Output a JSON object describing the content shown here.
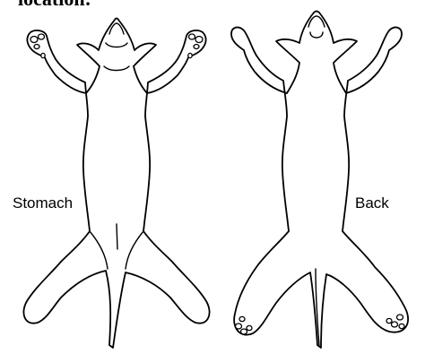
{
  "heading": {
    "visible_text": "location:"
  },
  "diagram": {
    "views": [
      {
        "label": "Stomach"
      },
      {
        "label": "Back"
      }
    ],
    "colors": {
      "outline": "#000000",
      "fill": "#ffffff",
      "background": "#ffffff"
    }
  }
}
